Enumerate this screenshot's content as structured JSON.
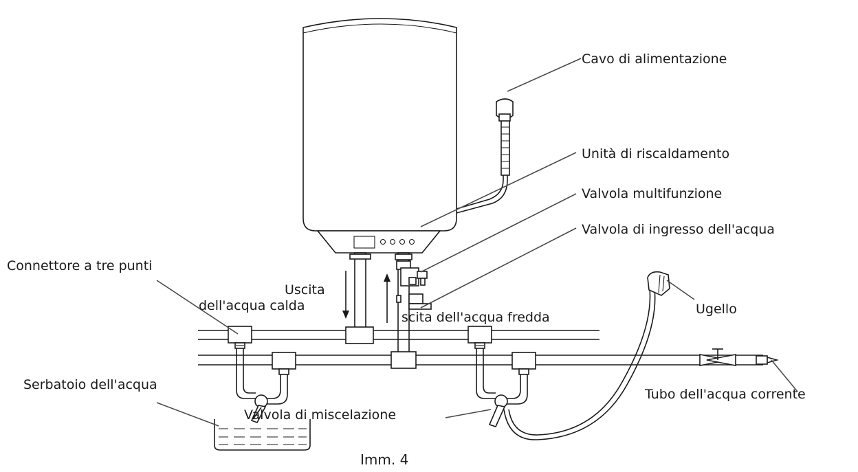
{
  "labels": {
    "power_cable": "Cavo di alimentazione",
    "heating_unit": "Unità di riscaldamento",
    "multifunction_valve": "Valvola multifunzione",
    "water_inlet_valve": "Valvola di ingresso dell'acqua",
    "three_point_connector": "Connettore a tre punti",
    "hot_water_outlet_line1": "Uscita",
    "hot_water_outlet_line2": "dell'acqua calda",
    "cold_water_outlet": "scita dell'acqua fredda",
    "nozzle": "Ugello",
    "water_tank": "Serbatoio dell'acqua",
    "mixing_valve": "Valvola di miscelazione",
    "running_water_pipe": "Tubo dell'acqua corrente"
  },
  "caption": "Imm. 4"
}
